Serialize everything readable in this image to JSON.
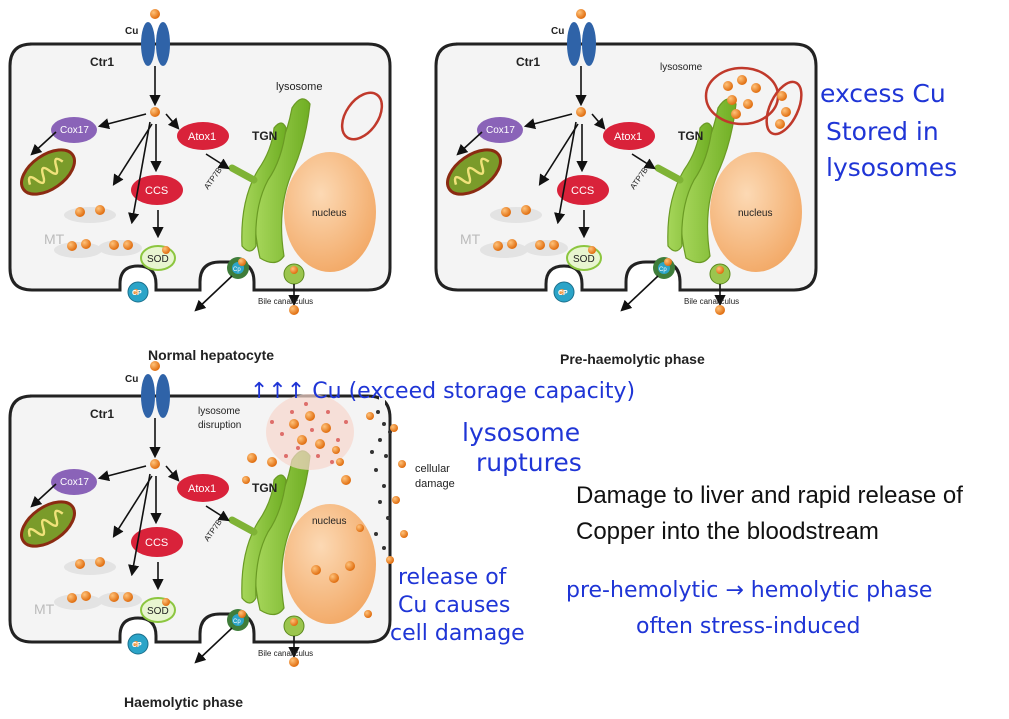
{
  "panels": [
    {
      "caption": "Normal hepatocyte",
      "labels": {
        "cu": "Cu",
        "ctr1": "Ctr1",
        "cox17": "Cox17",
        "atox1": "Atox1",
        "tgn": "TGN",
        "ccs": "CCS",
        "sod": "SOD",
        "mt": "MT",
        "atp7b": "ATP7B",
        "nucleus": "nucleus",
        "cp": "CP",
        "cp2": "Cp",
        "bile": "Bile canaliculus",
        "lysosome": "lysosome"
      }
    },
    {
      "caption": "Pre-haemolytic phase",
      "labels": {
        "cu": "Cu",
        "ctr1": "Ctr1",
        "cox17": "Cox17",
        "atox1": "Atox1",
        "tgn": "TGN",
        "ccs": "CCS",
        "sod": "SOD",
        "mt": "MT",
        "atp7b": "ATP7B",
        "nucleus": "nucleus",
        "cp": "CP",
        "cp2": "Cp",
        "bile": "Bile canaliculus",
        "lysosome": "lysosome"
      }
    },
    {
      "caption": "Haemolytic phase",
      "labels": {
        "cu": "Cu",
        "ctr1": "Ctr1",
        "cox17": "Cox17",
        "atox1": "Atox1",
        "tgn": "TGN",
        "ccs": "CCS",
        "sod": "SOD",
        "mt": "MT",
        "atp7b": "ATP7B",
        "nucleus": "nucleus",
        "cp": "CP",
        "cp2": "Cp",
        "bile": "Bile canaliculus",
        "lysosome_disruption_1": "lysosome",
        "lysosome_disruption_2": "disruption",
        "cellular_damage_1": "cellular",
        "cellular_damage_2": "damage"
      }
    }
  ],
  "annotations": {
    "excess_1": "excess Cu",
    "excess_2": "Stored in",
    "excess_3": "lysosomes",
    "exceed": "↑↑↑ Cu (exceed storage capacity)",
    "rupture_1": "lysosome",
    "rupture_2": "ruptures",
    "release_1": "release of",
    "release_2": "Cu causes",
    "release_3": "cell damage",
    "phase_1": "pre-hemolytic → hemolytic phase",
    "phase_2": "often stress-induced"
  },
  "typed_text": "Damage to liver and rapid release of Copper into the bloodstream",
  "colors": {
    "copper": "#f0882c",
    "ctr1": "#2f63a8",
    "cox17": "#8a63b8",
    "atox1": "#d9223a",
    "tgn": "#8cc63f",
    "nucleus": "#f7c08e",
    "lysosome": "#c0392b",
    "mt": "#e6e6e6",
    "ink": "#1f35d6"
  }
}
